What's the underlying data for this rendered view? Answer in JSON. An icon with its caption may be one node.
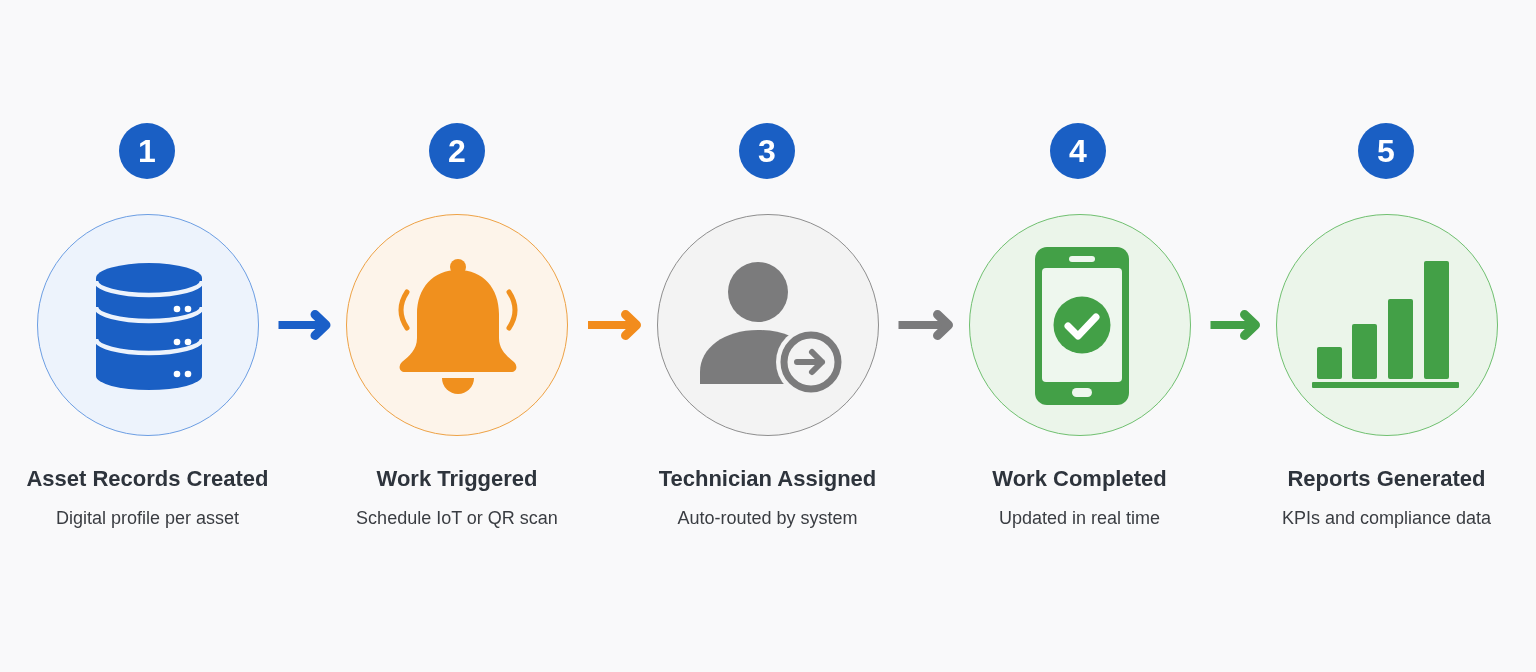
{
  "diagram": {
    "nodes": [
      {
        "text": [
          "1"
        ]
      },
      {
        "text": [
          "Asset Records Created",
          "Digital profile per asset"
        ]
      },
      {
        "text": [
          "2"
        ]
      },
      {
        "text": [
          "Work Triggered",
          "Schedule IoT or QR scan"
        ]
      },
      {
        "text": [
          "3"
        ]
      },
      {
        "text": [
          "Technician Assigned",
          "Auto-routed by system"
        ]
      },
      {
        "text": [
          "4"
        ]
      },
      {
        "text": [
          "Work Completed",
          "Updated in real time"
        ]
      },
      {
        "text": [
          "5"
        ]
      },
      {
        "text": [
          "Reports Generated",
          "KPIs and compliance data"
        ]
      }
    ],
    "edges": [
      {
        "from": 1,
        "to": 3,
        "arrow": "to",
        "color": "#1a5fc8"
      },
      {
        "from": 3,
        "to": 5,
        "arrow": "to",
        "color": "#f28c1c"
      },
      {
        "from": 5,
        "to": 7,
        "arrow": "to",
        "color": "#7b7b7c"
      },
      {
        "from": 7,
        "to": 9,
        "arrow": "to",
        "color": "#43a047"
      }
    ]
  }
}
